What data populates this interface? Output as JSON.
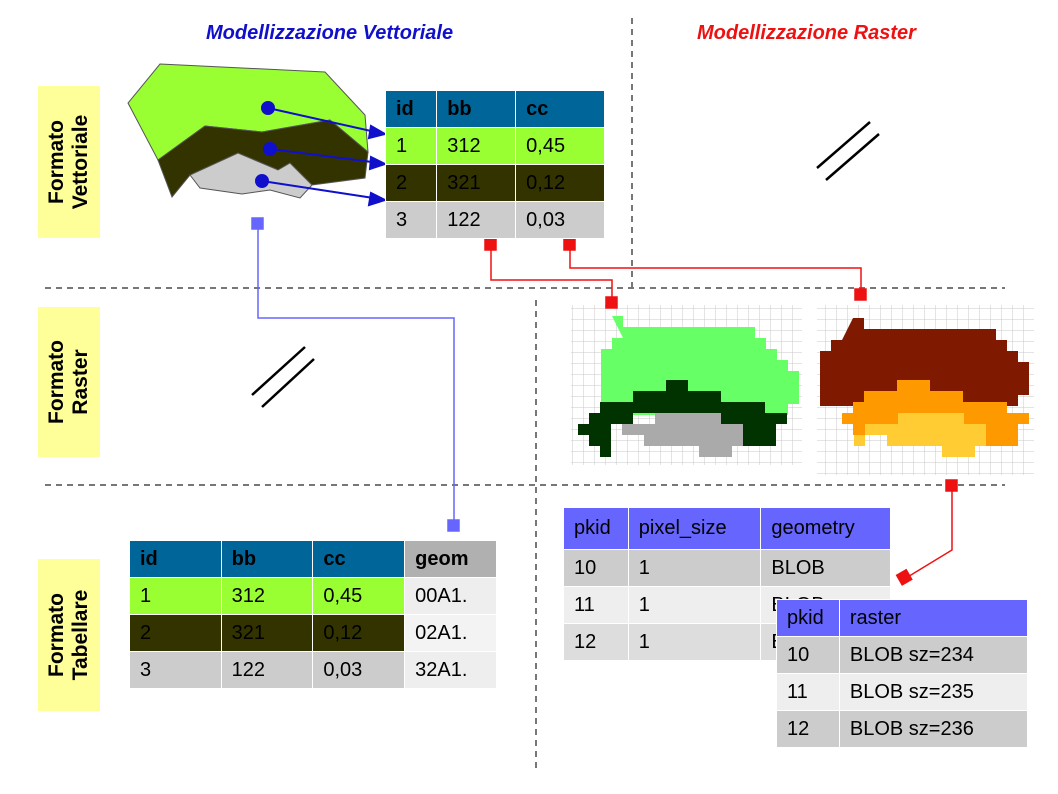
{
  "headings": {
    "vector": "Modellizzazione Vettoriale",
    "raster": "Modellizzazione Raster"
  },
  "colors": {
    "vector_heading": "#1010cc",
    "raster_heading": "#ee1111",
    "row_label_bg": "#ffff99",
    "table_header_blue": "#006699",
    "table_header_purple": "#6666ff",
    "row_lime": "#99ff33",
    "row_dark": "#333300",
    "row_gray": "#cccccc",
    "raster_green": "#66ff66",
    "raster_darkgreen": "#003300",
    "raster_brown": "#7f1a00",
    "raster_orange": "#ff9900",
    "raster_yellow": "#ffcc33"
  },
  "row_labels": {
    "vettoriale": [
      "Formato",
      "Vettoriale"
    ],
    "raster": [
      "Formato",
      "Raster"
    ],
    "tabellare": [
      "Formato",
      "Tabellare"
    ]
  },
  "vector_table": {
    "headers": [
      "id",
      "bb",
      "cc"
    ],
    "rows": [
      [
        "1",
        "312",
        "0,45"
      ],
      [
        "2",
        "321",
        "0,12"
      ],
      [
        "3",
        "122",
        "0,03"
      ]
    ]
  },
  "tabular_vector_table": {
    "headers": [
      "id",
      "bb",
      "cc",
      "geom"
    ],
    "rows": [
      [
        "1",
        "312",
        "0,45",
        "00A1."
      ],
      [
        "2",
        "321",
        "0,12",
        "02A1."
      ],
      [
        "3",
        "122",
        "0,03",
        "32A1."
      ]
    ]
  },
  "pixel_table": {
    "headers": [
      "pkid",
      "pixel_size",
      "geometry"
    ],
    "rows": [
      [
        "10",
        "1",
        "BLOB"
      ],
      [
        "11",
        "1",
        "BLOB"
      ],
      [
        "12",
        "1",
        "BLOB"
      ]
    ]
  },
  "raster_table": {
    "headers": [
      "pkid",
      "raster"
    ],
    "rows": [
      [
        "10",
        "BLOB sz=234"
      ],
      [
        "11",
        "BLOB sz=235"
      ],
      [
        "12",
        "BLOB sz=236"
      ]
    ]
  },
  "icons": [
    "not-applicable-icon",
    "not-applicable-icon"
  ]
}
